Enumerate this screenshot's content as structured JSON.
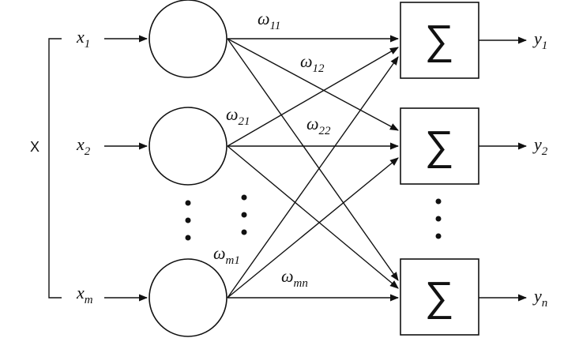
{
  "vector_label": "X",
  "inputs": [
    {
      "base": "x",
      "sub": "1"
    },
    {
      "base": "x",
      "sub": "2"
    },
    {
      "base": "x",
      "sub": "m"
    }
  ],
  "outputs": [
    {
      "base": "y",
      "sub": "1"
    },
    {
      "base": "y",
      "sub": "2"
    },
    {
      "base": "y",
      "sub": "n"
    }
  ],
  "sum_symbol": "∑",
  "weights": [
    {
      "base": "ω",
      "sub": "11"
    },
    {
      "base": "ω",
      "sub": "12"
    },
    {
      "base": "ω",
      "sub": "21"
    },
    {
      "base": "ω",
      "sub": "22"
    },
    {
      "base": "ω",
      "sub": "m1"
    },
    {
      "base": "ω",
      "sub": "mn"
    }
  ],
  "colors": {
    "line": "#111111",
    "background": "#ffffff"
  }
}
